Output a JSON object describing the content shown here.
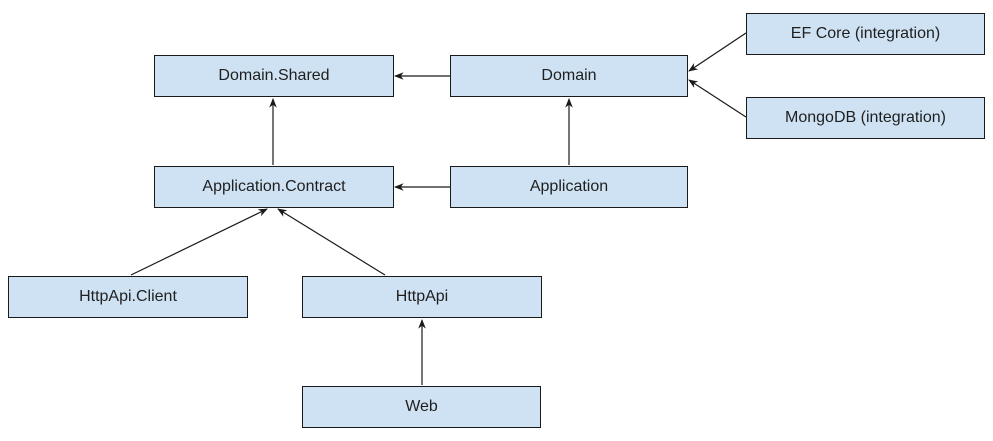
{
  "diagram": {
    "type": "dependency-graph",
    "background_color": "#ffffff",
    "node_fill_color": "#cfe2f3",
    "node_border_color": "#1a1a1a",
    "text_color": "#1f1f1f",
    "arrow_color": "#1a1a1a",
    "nodes": [
      {
        "id": "domain-shared",
        "label": "Domain.Shared"
      },
      {
        "id": "domain",
        "label": "Domain"
      },
      {
        "id": "ef-core",
        "label": "EF Core (integration)"
      },
      {
        "id": "mongodb",
        "label": "MongoDB (integration)"
      },
      {
        "id": "application-contract",
        "label": "Application.Contract"
      },
      {
        "id": "application",
        "label": "Application"
      },
      {
        "id": "httpapi-client",
        "label": "HttpApi.Client"
      },
      {
        "id": "httpapi",
        "label": "HttpApi"
      },
      {
        "id": "web",
        "label": "Web"
      }
    ],
    "edges": [
      {
        "from": "Domain",
        "to": "Domain.Shared"
      },
      {
        "from": "Application",
        "to": "Application.Contract"
      },
      {
        "from": "Application.Contract",
        "to": "Domain.Shared"
      },
      {
        "from": "Application",
        "to": "Domain"
      },
      {
        "from": "EF Core (integration)",
        "to": "Domain"
      },
      {
        "from": "MongoDB (integration)",
        "to": "Domain"
      },
      {
        "from": "HttpApi.Client",
        "to": "Application.Contract"
      },
      {
        "from": "HttpApi",
        "to": "Application.Contract"
      },
      {
        "from": "Web",
        "to": "HttpApi"
      }
    ]
  }
}
